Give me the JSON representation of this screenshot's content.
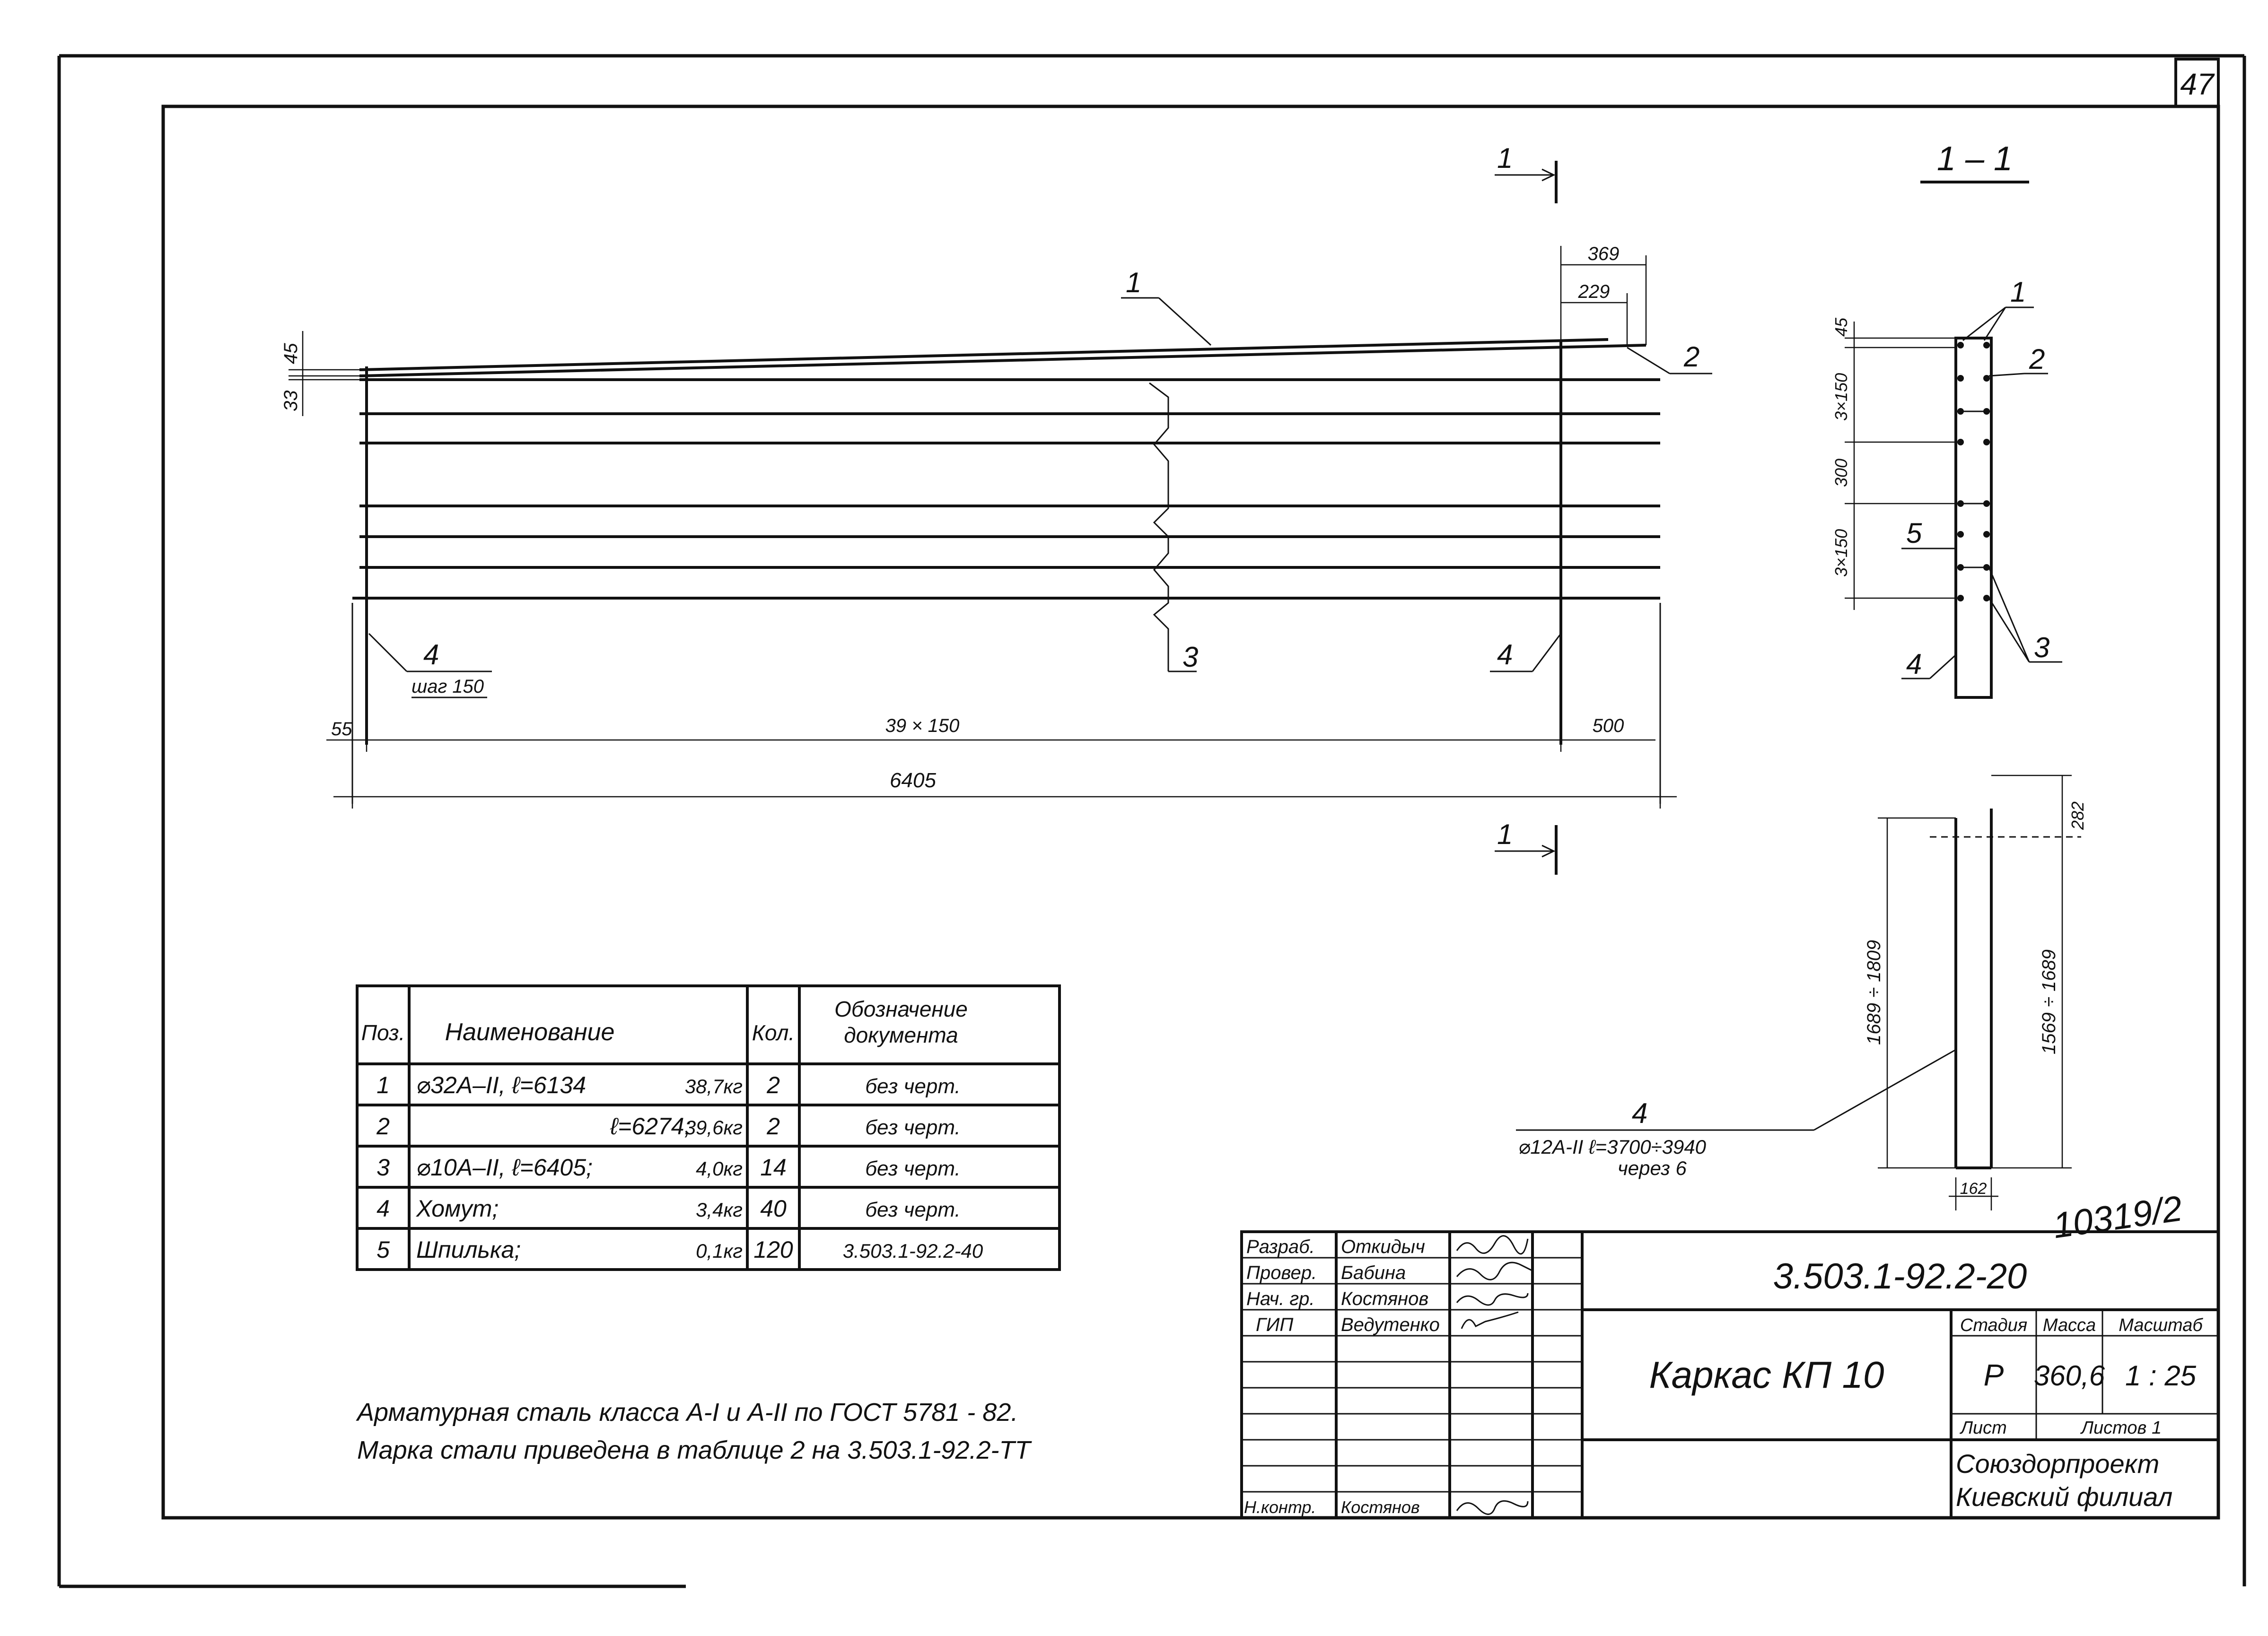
{
  "sheet_number": "47",
  "section_label": "1 – 1",
  "cut_marker": "1",
  "main_view": {
    "position_labels": {
      "p1": "1",
      "p2": "2",
      "p3": "3",
      "p4_left": "4",
      "p4_right": "4",
      "step_note": "шаг 150"
    },
    "dimensions": {
      "d369": "369",
      "d229": "229",
      "d45": "45",
      "d33": "33",
      "d55": "55",
      "d39x150": "39 × 150",
      "d500": "500",
      "d6405": "6405"
    }
  },
  "section_view": {
    "labels": {
      "s1": "1",
      "s2": "2",
      "s3": "3",
      "s4": "4",
      "s5": "5"
    },
    "dimensions": {
      "d45": "45",
      "d3x150_top": "3×150",
      "d300": "300",
      "d3x150_bottom": "3×150"
    }
  },
  "stirrup_view": {
    "pos": "4",
    "spec": "⌀12А-II ℓ=3700÷3940",
    "spec_sub": "через 6",
    "d282": "282",
    "d1689_1809": "1689 ÷ 1809",
    "d1569_1689": "1569 ÷ 1689",
    "d162": "162",
    "handwritten_code": "10319/2"
  },
  "spec_table": {
    "headers": {
      "pos": "Поз.",
      "name": "Наименование",
      "qty": "Кол.",
      "doc_line1": "Обозначение",
      "doc_line2": "документа"
    },
    "rows": [
      {
        "pos": "1",
        "name": "⌀32А–II, ℓ=6134",
        "mass": "38,7кг",
        "qty": "2",
        "doc": "без черт."
      },
      {
        "pos": "2",
        "name": "ℓ=6274;",
        "mass": "39,6кг",
        "qty": "2",
        "doc": "без черт."
      },
      {
        "pos": "3",
        "name": "⌀10А–II, ℓ=6405;",
        "mass": "4,0кг",
        "qty": "14",
        "doc": "без черт."
      },
      {
        "pos": "4",
        "name": "Хомут;",
        "mass": "3,4кг",
        "qty": "40",
        "doc": "без черт."
      },
      {
        "pos": "5",
        "name": "Шпилька;",
        "mass": "0,1кг",
        "qty": "120",
        "doc": "3.503.1-92.2-40"
      }
    ]
  },
  "notes": {
    "line1": "Арматурная сталь класса А-I и А-II по ГОСТ 5781 - 82.",
    "line2": "Марка стали приведена в таблице 2 на 3.503.1-92.2-ТТ"
  },
  "title_block": {
    "roles": {
      "razrab": "Разраб.",
      "prover": "Провер.",
      "nach": "Нач. гр.",
      "gip": "ГИП",
      "nkontr": "Н.контр."
    },
    "names": {
      "razrab": "Откидыч",
      "prover": "Бабина",
      "nach": "Костянов",
      "gip": "Ведутенко",
      "nkontr": "Костянов"
    },
    "doc_code": "3.503.1-92.2-20",
    "title": "Каркас КП 10",
    "headers": {
      "stage": "Стадия",
      "mass": "Масса",
      "scale": "Масштаб"
    },
    "stage": "Р",
    "mass": "360,6",
    "scale": "1 : 25",
    "sheet_label": "Лист",
    "sheets_label": "Листов 1",
    "org_line1": "Союздорпроект",
    "org_line2": "Киевский филиал"
  }
}
